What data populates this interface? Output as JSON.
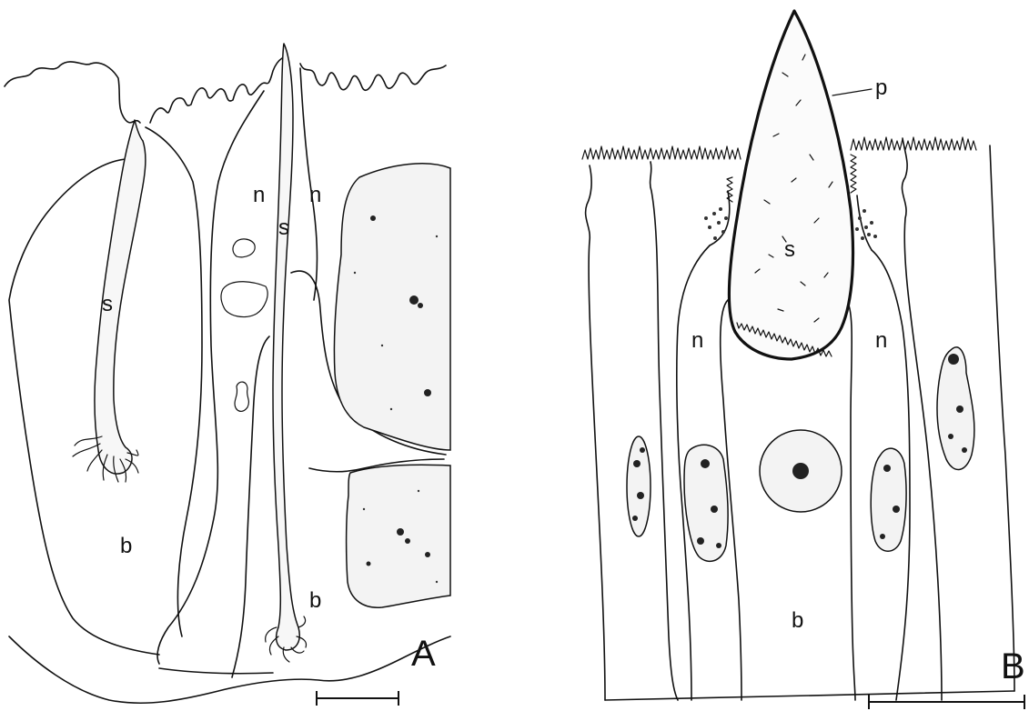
{
  "panels": [
    {
      "id": "A",
      "label": "A"
    },
    {
      "id": "B",
      "label": "B"
    }
  ],
  "labels": {
    "s": "s",
    "n": "n",
    "b": "b",
    "p": "p"
  }
}
